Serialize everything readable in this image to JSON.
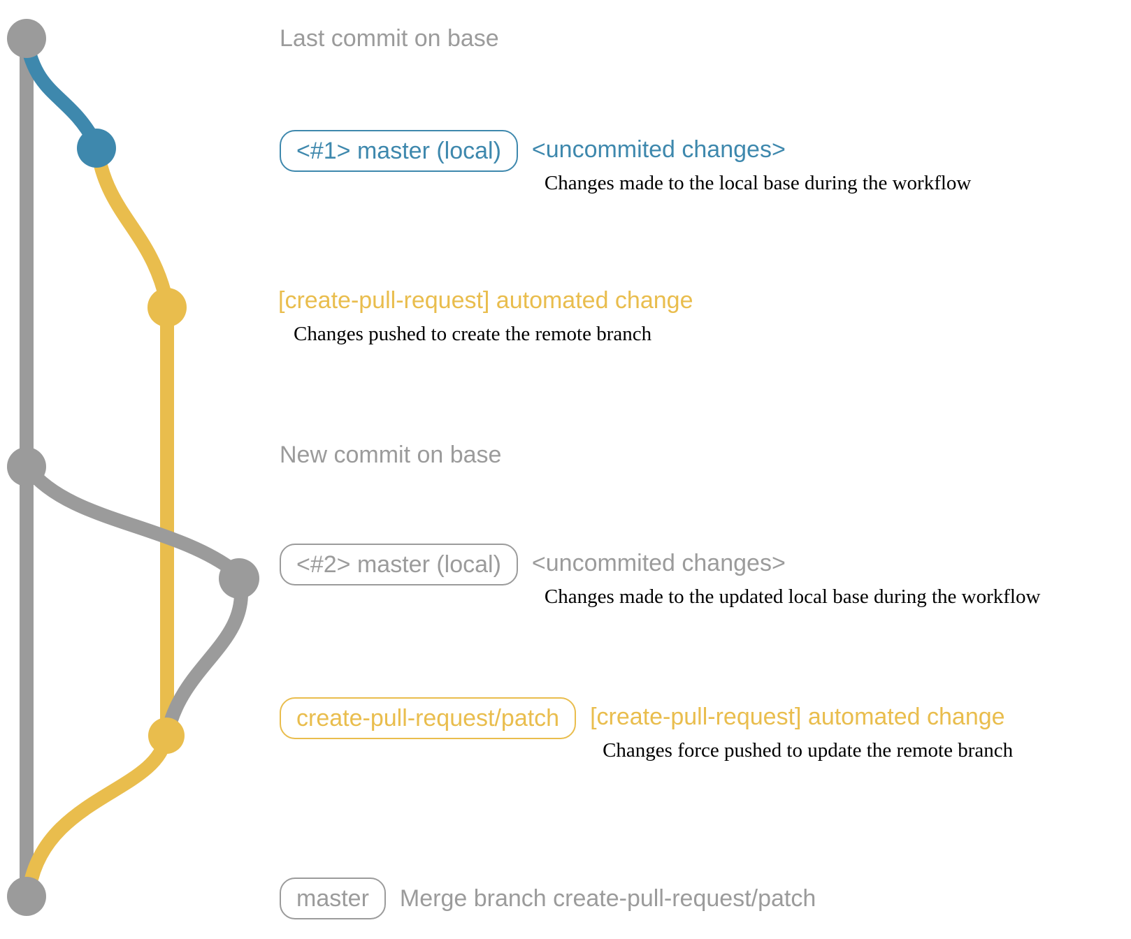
{
  "graph": {
    "colors": {
      "gray": "#9b9b9b",
      "blue": "#3e88ad",
      "yellow": "#e9bd4d"
    },
    "nodes": [
      {
        "id": "last-commit-on-base",
        "color": "gray"
      },
      {
        "id": "local-master-commit-1",
        "color": "blue"
      },
      {
        "id": "remote-patch-commit-1",
        "color": "yellow"
      },
      {
        "id": "new-commit-on-base",
        "color": "gray"
      },
      {
        "id": "local-master-commit-2",
        "color": "gray"
      },
      {
        "id": "remote-patch-commit-2",
        "color": "yellow"
      },
      {
        "id": "merge-commit",
        "color": "gray"
      }
    ]
  },
  "labels": {
    "last_commit_on_base": "Last commit on base",
    "new_commit_on_base": "New commit on base"
  },
  "rows": {
    "local1": {
      "badge": "<#1> master (local)",
      "subject": "<uncommited changes>",
      "description": "Changes made to the local base during the workflow"
    },
    "push1": {
      "subject": "[create-pull-request] automated change",
      "description": "Changes pushed to create the remote branch"
    },
    "local2": {
      "badge": "<#2> master (local)",
      "subject": "<uncommited changes>",
      "description": "Changes made to the updated local base during the workflow"
    },
    "push2": {
      "badge": "create-pull-request/patch",
      "subject": "[create-pull-request] automated change",
      "description": "Changes force pushed to update the remote branch"
    },
    "merge": {
      "badge": "master",
      "subject": "Merge branch create-pull-request/patch"
    }
  }
}
